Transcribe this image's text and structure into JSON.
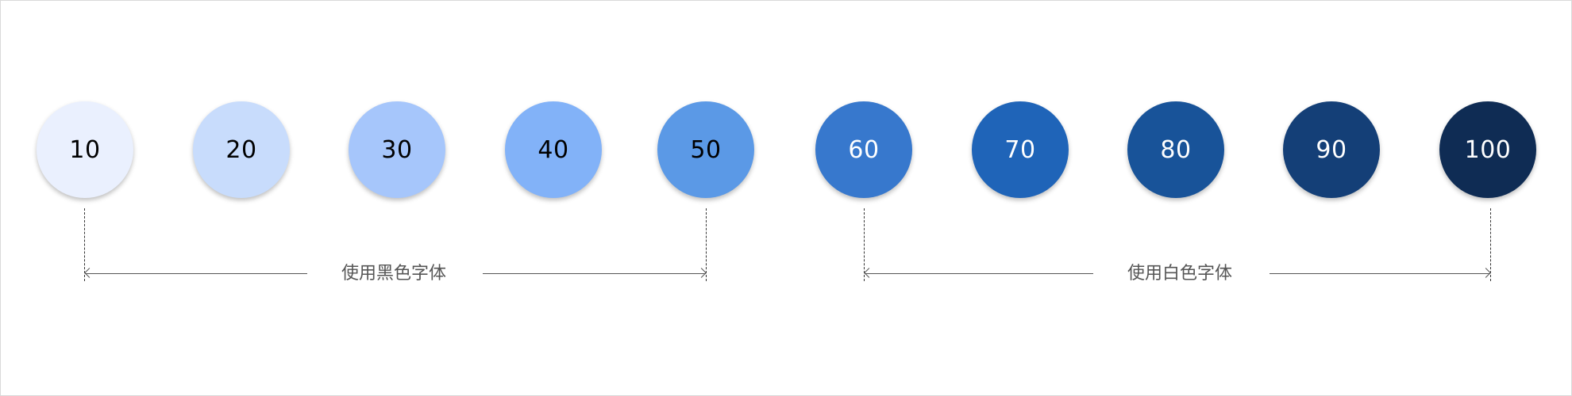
{
  "swatches": [
    {
      "label": "10",
      "color": "#eaf0fe",
      "text_color": "#000000"
    },
    {
      "label": "20",
      "color": "#c8dcfc",
      "text_color": "#000000"
    },
    {
      "label": "30",
      "color": "#a6c6fb",
      "text_color": "#000000"
    },
    {
      "label": "40",
      "color": "#82b2f8",
      "text_color": "#000000"
    },
    {
      "label": "50",
      "color": "#5b99e6",
      "text_color": "#000000"
    },
    {
      "label": "60",
      "color": "#3778cd",
      "text_color": "#ffffff"
    },
    {
      "label": "70",
      "color": "#1f64b8",
      "text_color": "#ffffff"
    },
    {
      "label": "80",
      "color": "#185399",
      "text_color": "#ffffff"
    },
    {
      "label": "90",
      "color": "#143f77",
      "text_color": "#ffffff"
    },
    {
      "label": "100",
      "color": "#0f2c54",
      "text_color": "#ffffff"
    }
  ],
  "groups": {
    "black_text": {
      "label": "使用黑色字体"
    },
    "white_text": {
      "label": "使用白色字体"
    }
  }
}
